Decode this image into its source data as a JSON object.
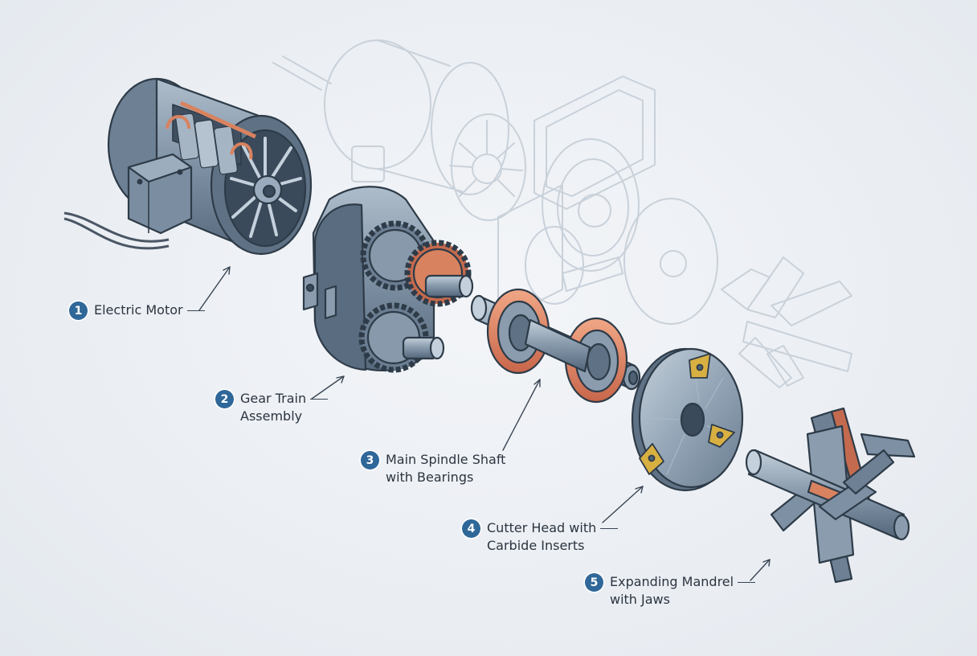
{
  "colors": {
    "metal": "#7e91a4",
    "metal_dark": "#4f6275",
    "metal_light": "#b3c2cf",
    "outline": "#2e3b48",
    "copper": "#d9825f",
    "copper_dark": "#b55a3c",
    "carbide": "#d8b042",
    "ghost": "#c9d1da",
    "badge": "#2f6799",
    "leader": "#3a4654"
  },
  "callouts": [
    {
      "number": "1",
      "lines": [
        "Electric Motor"
      ]
    },
    {
      "number": "2",
      "lines": [
        "Gear Train",
        "Assembly"
      ]
    },
    {
      "number": "3",
      "lines": [
        "Main Spindle Shaft",
        "with Bearings"
      ]
    },
    {
      "number": "4",
      "lines": [
        "Cutter Head with",
        "Carbide Inserts"
      ]
    },
    {
      "number": "5",
      "lines": [
        "Expanding Mandrel",
        "with Jaws"
      ]
    }
  ]
}
